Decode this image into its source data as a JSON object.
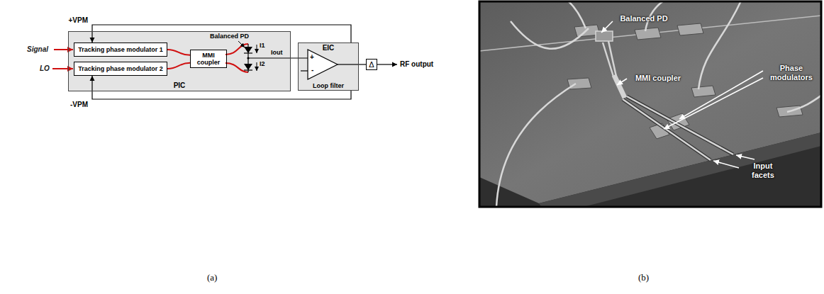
{
  "diagram": {
    "nodes": [
      {
        "text": [
          "PIC"
        ]
      },
      {
        "text": [
          "Tracking phase modulator 1"
        ],
        "in": 0
      },
      {
        "text": [
          "Tracking phase modulator 2"
        ],
        "in": 0
      },
      {
        "text": [
          "MMI coupler"
        ],
        "in": 0
      },
      {
        "text": [
          "EIC",
          "Loop filter"
        ]
      },
      {
        "text": [
          "Δ"
        ]
      }
    ],
    "edges": [
      {
        "from": 1,
        "to": 3,
        "arrow": "none"
      },
      {
        "from": 2,
        "to": 3,
        "arrow": "none"
      },
      {
        "from": 4,
        "to": 1,
        "label": "+VPM",
        "arrow": "to"
      },
      {
        "from": 4,
        "to": 2,
        "label": "-VPM",
        "arrow": "to"
      },
      {
        "from": 4,
        "to": 5,
        "arrow": "none"
      }
    ],
    "labels": [
      "Signal",
      "LO",
      "Balanced PD",
      "I1",
      "I2",
      "Iout",
      "+",
      "-",
      "RF output",
      "Balanced PD",
      "MMI coupler",
      "Phase modulators",
      "Input facets",
      "(a)",
      "(b)"
    ]
  }
}
